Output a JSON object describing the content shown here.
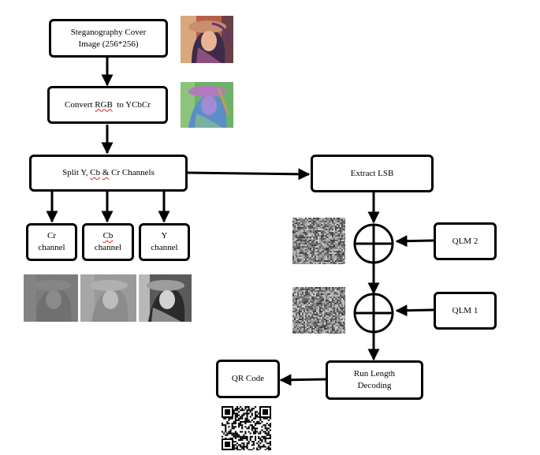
{
  "nodes": {
    "cover": {
      "line1": "Steganography Cover",
      "line2": "Image (256*256)"
    },
    "convert": {
      "pre": "Convert ",
      "spell": "RGB",
      "post": "  to YCbCr"
    },
    "split": {
      "pre": "Split Y, ",
      "spell1": "Cb",
      "mid": " ",
      "spell2": "&",
      "post": " Cr Channels"
    },
    "cr": {
      "line1": "Cr",
      "line2": "channel"
    },
    "cb": {
      "line1": "Cb",
      "line2": "channel"
    },
    "y": {
      "line1": "Y",
      "line2": "channel"
    },
    "extract": {
      "label": "Extract LSB"
    },
    "qlm2": {
      "label": "QLM 2"
    },
    "qlm1": {
      "label": "QLM 1"
    },
    "rle": {
      "line1": "Run Length",
      "line2": "Decoding"
    },
    "qr": {
      "label": "QR Code"
    }
  },
  "images": {
    "cover": "color portrait photo (Lena)",
    "ycbcr": "YCbCr false-color portrait",
    "cr": "Cr channel grayscale",
    "cb": "Cb channel grayscale",
    "y": "Y channel grayscale",
    "noise2": "random noise key image",
    "noise1": "random noise key image",
    "qrcode": "QR code image"
  },
  "operators": [
    "xor-operator",
    "xor-operator"
  ]
}
